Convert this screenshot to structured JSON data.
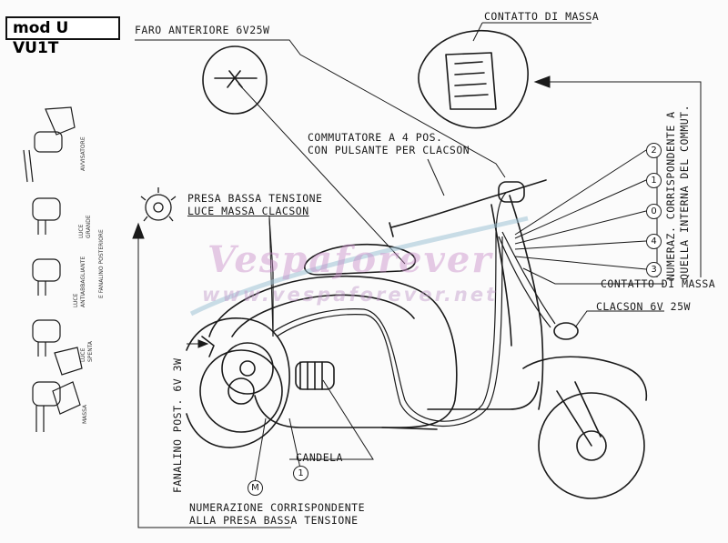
{
  "title": "mod U VU1T",
  "labels": {
    "faro": "FARO ANTERIORE 6V25W",
    "contatto_top": "CONTATTO DI MASSA",
    "commutatore_1": "COMMUTATORE A 4 POS.",
    "commutatore_2": "CON PULSANTE PER CLACSON",
    "presa_1": "PRESA BASSA TENSIONE",
    "presa_2": "LUCE MASSA CLACSON",
    "contatto_side": "CONTATTO DI MASSA",
    "clacson": "CLACSON 6V 25W",
    "candela": "CANDELA",
    "fanalino": "FANALINO POST. 6V 3W",
    "numerazione_bottom_1": "NUMERAZIONE CORRISPONDENTE",
    "numerazione_bottom_2": "ALLA PRESA BASSA TENSIONE",
    "numeraz_right_1": "NUMERAZ. CORRISPONDENTE A",
    "numeraz_right_2": "QUELLA INTERNA DEL COMMUT."
  },
  "switch_numbers": [
    "2",
    "1",
    "0",
    "4",
    "3"
  ],
  "bottom_markers": [
    "M",
    "1"
  ],
  "switch_positions": [
    {
      "label": "AVVISATORE"
    },
    {
      "label_1": "LUCE",
      "label_2": "GRANDE"
    },
    {
      "label_1": "LUCE",
      "label_2": "ANTIABBAGLIANTE",
      "label_3": "E FANALINO POSTERIORE"
    },
    {
      "label_1": "LUCE",
      "label_2": "SPENTA"
    },
    {
      "label": "MASSA"
    }
  ],
  "watermark": {
    "line_1": "Vespaforever",
    "line_2": "www.vespaforever.net"
  },
  "colors": {
    "ink": "#1a1a1a",
    "paper": "#fbfbfb",
    "watermark": "#c88cc8",
    "stripe": "#9fc3d6"
  }
}
